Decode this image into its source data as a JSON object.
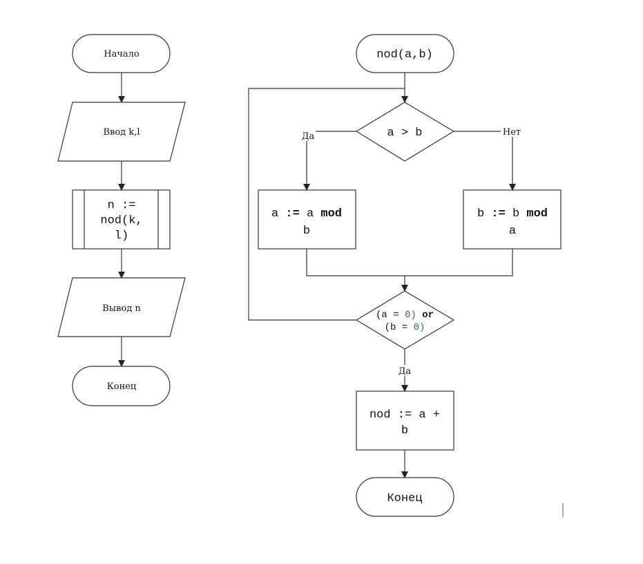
{
  "main_flow": {
    "start": "Начало",
    "input": "Ввод k,l",
    "call_line1": "n :=",
    "call_line2": "nod(k,",
    "call_line3": "l)",
    "output": "Вывод n",
    "end": "Конец"
  },
  "nod_flow": {
    "start": "nod(a,b)",
    "condition_left": "a",
    "condition_op": ">",
    "condition_right": "b",
    "yes_label": "Да",
    "no_label": "Нет",
    "assign_a": {
      "var": "a",
      "op": ":=",
      "operand1": "a",
      "keyword": "mod",
      "operand2": "b"
    },
    "assign_b": {
      "var": "b",
      "op": ":=",
      "operand1": "b",
      "keyword": "mod",
      "operand2": "a"
    },
    "loop_cond": {
      "l1_open": "(a",
      "l1_eq": "=",
      "l1_zero": "0)",
      "l1_or": "or",
      "l2_open": "(b",
      "l2_eq": "=",
      "l2_zero": "0)"
    },
    "exit_yes_label": "Да",
    "result_line1": "nod := a +",
    "result_line2": "b",
    "end": "Конец"
  }
}
